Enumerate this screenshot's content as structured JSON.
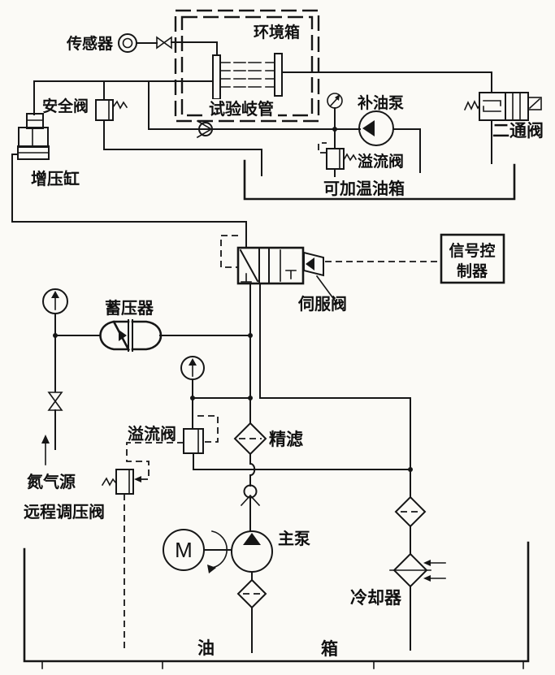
{
  "diagram": {
    "title_implicit": "hydraulic pulse test rig schematic",
    "colors": {
      "line": "#161616",
      "background": "#fbfaf6"
    },
    "labels": {
      "sensor": "传感器",
      "environment_box": "环境箱",
      "safety_valve": "安全阀",
      "test_manifold": "试验岐管",
      "charge_pump": "补油泵",
      "relief_valve_tank": "溢流阀",
      "two_way_valve": "二通阀",
      "booster_cylinder": "增压缸",
      "heatable_oil_tank": "可加温油箱",
      "signal_controller_line1": "信号控",
      "signal_controller_line2": "制器",
      "servo_valve": "伺服阀",
      "accumulator": "蓄压器",
      "relief_valve_main": "溢流阀",
      "fine_filter": "精滤",
      "nitrogen_source": "氮气源",
      "remote_pressure_valve": "远程调压阀",
      "main_pump": "主泵",
      "cooler": "冷却器",
      "oil": "油",
      "tank": "箱",
      "motor": "M"
    },
    "components": [
      "pressure-sensor",
      "shutoff-valve",
      "environment-chamber",
      "test-manifold",
      "safety-valve",
      "booster-cylinder",
      "pressure-gauge-1",
      "pressure-gauge-2",
      "pressure-gauge-3",
      "charge-pump",
      "relief-valve-heatable-tank",
      "two-way-valve",
      "heatable-oil-tank",
      "servo-valve",
      "signal-controller",
      "accumulator",
      "nitrogen-shutoff-valve",
      "nitrogen-source",
      "remote-pressure-valve",
      "main-relief-valve",
      "fine-filter",
      "check-valve-charge-line",
      "check-valve-pump",
      "main-pump",
      "electric-motor",
      "suction-filter",
      "return-filter",
      "cooler",
      "oil-tank"
    ]
  }
}
